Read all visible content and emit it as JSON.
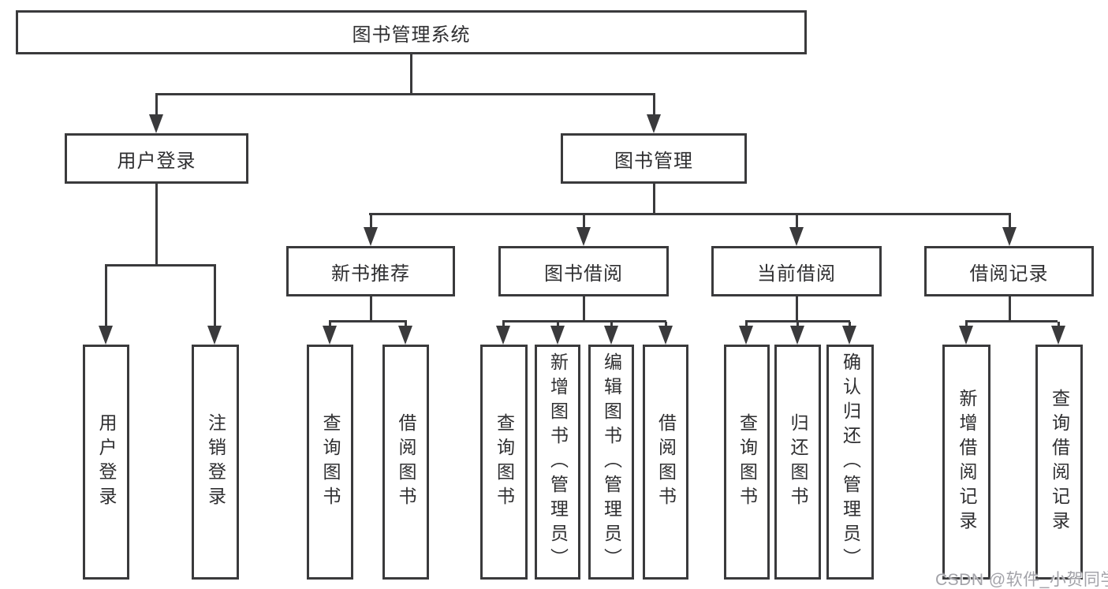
{
  "diagram": {
    "nodes": {
      "root": "图书管理系统",
      "user_login": "用户登录",
      "book_management": "图书管理",
      "new_book_recommend": "新书推荐",
      "book_borrow": "图书借阅",
      "current_borrow": "当前借阅",
      "borrow_records": "借阅记录",
      "leaf_user_login": "用户登录",
      "leaf_logout": "注销登录",
      "leaf_nbr_query_books": "查询图书",
      "leaf_nbr_borrow_books": "借阅图书",
      "leaf_bb_query_books": "查询图书",
      "leaf_bb_add_books": "新增图书（管理员）",
      "leaf_bb_edit_books": "编辑图书（管理员）",
      "leaf_bb_borrow_books": "借阅图书",
      "leaf_cb_query_books": "查询图书",
      "leaf_cb_return_books": "归还图书",
      "leaf_cb_confirm_return": "确认归还（管理员）",
      "leaf_br_add_record": "新增借阅记录",
      "leaf_br_query_record": "查询借阅记录"
    },
    "watermark": "CSDN @软件_小贺同学",
    "colors": {
      "line": "#3a3a3c",
      "text": "#2f2f31",
      "watermark": "#a3a3a9",
      "background": "#ffffff"
    }
  }
}
